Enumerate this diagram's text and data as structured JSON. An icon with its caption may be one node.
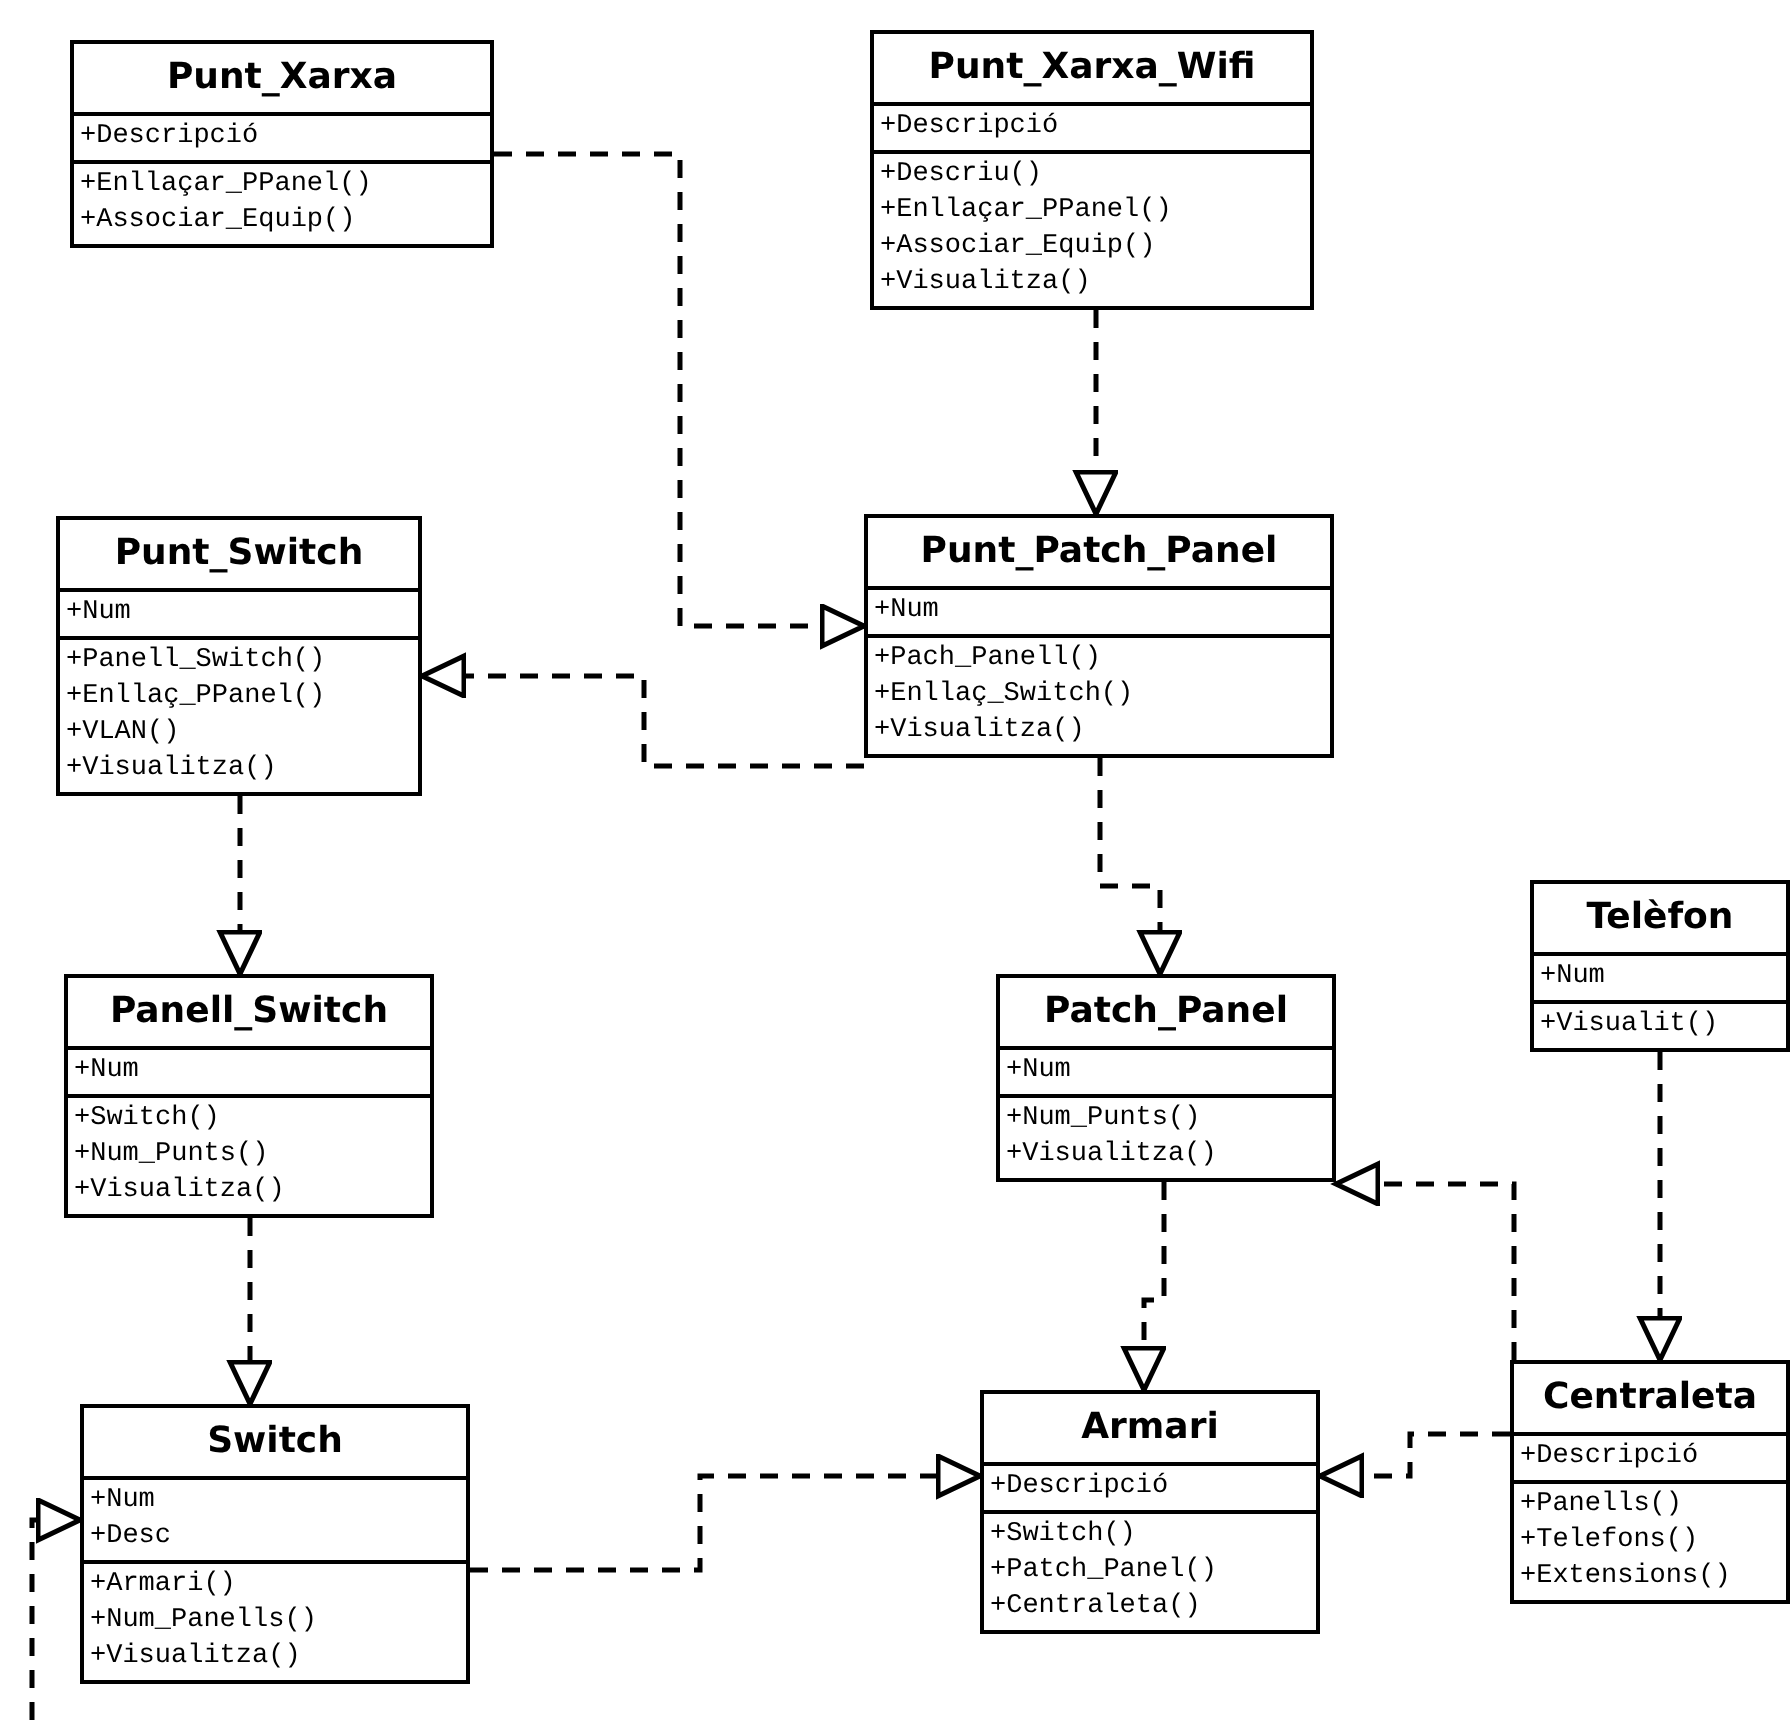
{
  "diagram": {
    "nodes": [
      {
        "text": [
          "Punt_Xarxa",
          "+Descripció",
          "+Enllaçar_PPanel() +Associar_Equip()"
        ]
      },
      {
        "text": [
          "Punt_Xarxa_Wifi",
          "+Descripció",
          "+Descriu() +Enllaçar_PPanel() +Associar_Equip() +Visualitza()"
        ]
      },
      {
        "text": [
          "Punt_Switch",
          "+Num",
          "+Panell_Switch() +Enllaç_PPanel() +VLAN() +Visualitza()"
        ]
      },
      {
        "text": [
          "Punt_Patch_Panel",
          "+Num",
          "+Pach_Panell() +Enllaç_Switch() +Visualitza()"
        ]
      },
      {
        "text": [
          "Panell_Switch",
          "+Num",
          "+Switch() +Num_Punts() +Visualitza()"
        ]
      },
      {
        "text": [
          "Patch_Panel",
          "+Num",
          "+Num_Punts() +Visualitza()"
        ]
      },
      {
        "text": [
          "Telèfon",
          "+Num",
          "+Visualit()"
        ]
      },
      {
        "text": [
          "Switch",
          "+Num +Desc",
          "+Armari() +Num_Panells() +Visualitza()"
        ]
      },
      {
        "text": [
          "Armari",
          "+Descripció",
          "+Switch() +Patch_Panel() +Centraleta()"
        ]
      },
      {
        "text": [
          "Centraleta",
          "+Descripció",
          "+Panells() +Telefons() +Extensions()"
        ]
      }
    ],
    "edges": [
      {
        "from": 0,
        "to": 3,
        "arrow": "to",
        "style": "dashed"
      },
      {
        "from": 1,
        "to": 3,
        "arrow": "to",
        "style": "dashed"
      },
      {
        "from": 3,
        "to": 2,
        "arrow": "to",
        "style": "dashed"
      },
      {
        "from": 2,
        "to": 4,
        "arrow": "to",
        "style": "dashed"
      },
      {
        "from": 3,
        "to": 5,
        "arrow": "to",
        "style": "dashed"
      },
      {
        "from": 4,
        "to": 7,
        "arrow": "to",
        "style": "dashed"
      },
      {
        "from": 6,
        "to": 9,
        "arrow": "to",
        "style": "dashed"
      },
      {
        "from": 9,
        "to": 5,
        "arrow": "to",
        "style": "dashed"
      },
      {
        "from": 5,
        "to": 8,
        "arrow": "to",
        "style": "dashed"
      },
      {
        "from": 7,
        "to": 8,
        "arrow": "to",
        "style": "dashed"
      },
      {
        "from": 9,
        "to": 8,
        "arrow": "to",
        "style": "dashed"
      },
      {
        "from": null,
        "to": 7,
        "arrow": "to",
        "style": "dashed"
      }
    ]
  }
}
